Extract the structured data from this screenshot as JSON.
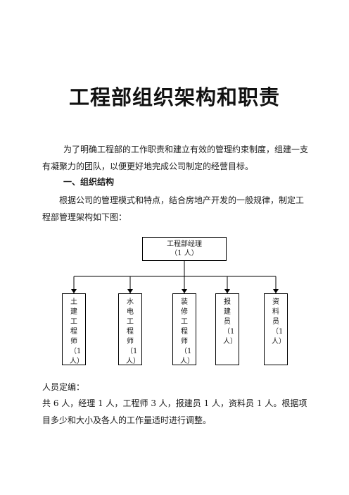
{
  "document": {
    "title": "工程部组织架构和职责",
    "intro": "为了明确工程部的工作职责和建立有效的管理约束制度，组建一支有凝聚力的团队，以便更好地完成公司制定的经营目标。",
    "section1_heading": "一、组织结构",
    "section1_text": "根据公司的管理模式和特点，结合房地产开发的一般规律，制定工程部管理架构如下图：",
    "org_chart": {
      "top": {
        "name": "工程部经理",
        "count": "（1 人）"
      },
      "roles": [
        {
          "name": "土建工程师",
          "count": "（1 人）"
        },
        {
          "name": "水电工程师",
          "count": "（1 人）"
        },
        {
          "name": "装修工程师",
          "count": "（1 人）"
        },
        {
          "name": "报建员",
          "count": "（1 人）"
        },
        {
          "name": "资料员",
          "count": "（1 人）"
        }
      ]
    },
    "staffing_label": "人员定编：",
    "staffing_text": "共 6 人，经理 1 人，工程师 3 人，报建员 1 人，资料员 1 人。根据项目多少和大小及各人的工作量适时进行调整。"
  }
}
